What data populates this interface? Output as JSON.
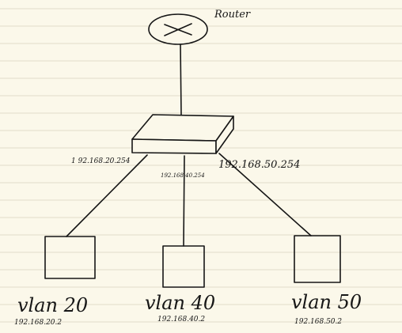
{
  "router": {
    "label": "Router"
  },
  "switch": {
    "ip_left": "1 92.168.20.254",
    "ip_mid": "192.168.40.254",
    "ip_right": "192.168.50.254"
  },
  "vlans": [
    {
      "name": "vlan 20",
      "ip": "192.168.20.2"
    },
    {
      "name": "vlan 40",
      "ip": "192.168.40.2"
    },
    {
      "name": "vlan 50",
      "ip": "192.168.50.2"
    }
  ]
}
